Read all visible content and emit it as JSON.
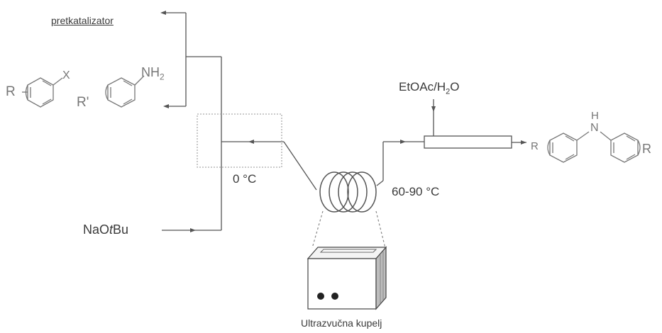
{
  "labels": {
    "precatalyst": "pretkatalizator",
    "base_na": "NaO",
    "base_t": "t",
    "base_bu": "Bu",
    "cooling_temp": "0 °C",
    "solvent_main": "EtOAc/H",
    "solvent_sub": "2",
    "solvent_end": "O",
    "reactor_temp": "60-90 °C",
    "bath": "Ultrazvučna kupelj"
  },
  "reactant_halide": {
    "r": "R",
    "x": "X"
  },
  "reactant_amine": {
    "r": "R'",
    "nh": "NH",
    "sub": "2"
  },
  "product": {
    "r_left": "R",
    "nh": "H",
    "n": "N",
    "r_right": "R"
  }
}
